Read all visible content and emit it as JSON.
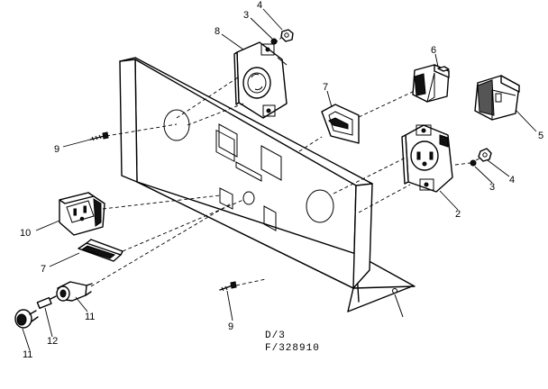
{
  "diagram": {
    "callouts": {
      "panel_label_4_top": "4",
      "panel_label_3_top": "3",
      "panel_label_8": "8",
      "panel_label_6": "6",
      "panel_label_7_top": "7",
      "panel_label_5": "5",
      "panel_label_9_left": "9",
      "panel_label_4_right": "4",
      "panel_label_3_right": "3",
      "panel_label_2": "2",
      "panel_label_10": "10",
      "panel_label_7_bottom": "7",
      "panel_label_11_mid": "11",
      "panel_label_12": "12",
      "panel_label_11_left": "11",
      "panel_label_9_bottom": "9"
    },
    "codes": {
      "drawing_code": "D/3",
      "figure_code": "F/328910"
    }
  }
}
